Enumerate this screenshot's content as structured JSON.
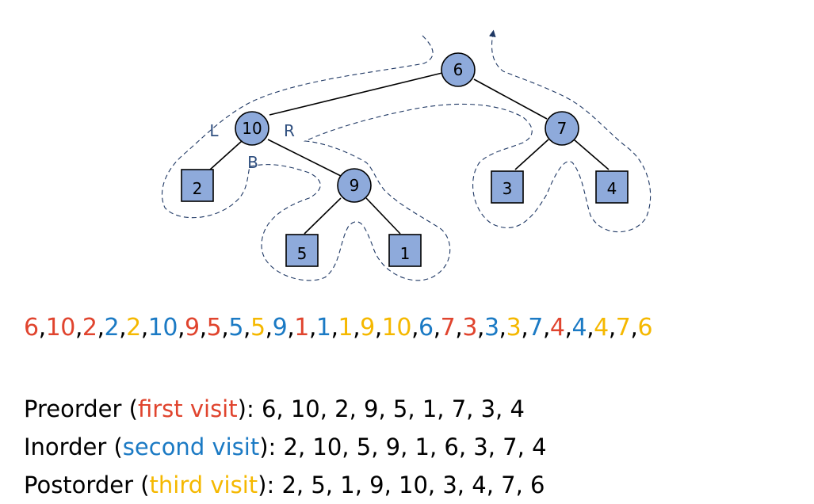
{
  "colors": {
    "first": "#E0442E",
    "second": "#1B7AC4",
    "third": "#F5B800",
    "node_fill": "#8EAADB",
    "tour_line": "#1F3864"
  },
  "tree": {
    "nodes": [
      {
        "id": "6",
        "label": "6",
        "shape": "circle"
      },
      {
        "id": "10",
        "label": "10",
        "shape": "circle"
      },
      {
        "id": "7",
        "label": "7",
        "shape": "circle"
      },
      {
        "id": "2",
        "label": "2",
        "shape": "square"
      },
      {
        "id": "9",
        "label": "9",
        "shape": "circle"
      },
      {
        "id": "3",
        "label": "3",
        "shape": "square"
      },
      {
        "id": "4",
        "label": "4",
        "shape": "square"
      },
      {
        "id": "5",
        "label": "5",
        "shape": "square"
      },
      {
        "id": "1",
        "label": "1",
        "shape": "square"
      }
    ],
    "edges": [
      [
        "6",
        "10"
      ],
      [
        "6",
        "7"
      ],
      [
        "10",
        "2"
      ],
      [
        "10",
        "9"
      ],
      [
        "9",
        "5"
      ],
      [
        "9",
        "1"
      ],
      [
        "7",
        "3"
      ],
      [
        "7",
        "4"
      ]
    ],
    "side_labels": {
      "left": "L",
      "right": "R",
      "below": "B"
    }
  },
  "sequence": [
    {
      "v": "6",
      "visit": "first"
    },
    {
      "v": "10",
      "visit": "first"
    },
    {
      "v": "2",
      "visit": "first"
    },
    {
      "v": "2",
      "visit": "second"
    },
    {
      "v": "2",
      "visit": "third"
    },
    {
      "v": "10",
      "visit": "second"
    },
    {
      "v": "9",
      "visit": "first"
    },
    {
      "v": "5",
      "visit": "first"
    },
    {
      "v": "5",
      "visit": "second"
    },
    {
      "v": "5",
      "visit": "third"
    },
    {
      "v": "9",
      "visit": "second"
    },
    {
      "v": "1",
      "visit": "first"
    },
    {
      "v": "1",
      "visit": "second"
    },
    {
      "v": "1",
      "visit": "third"
    },
    {
      "v": "9",
      "visit": "third"
    },
    {
      "v": "10",
      "visit": "third"
    },
    {
      "v": "6",
      "visit": "second"
    },
    {
      "v": "7",
      "visit": "first"
    },
    {
      "v": "3",
      "visit": "first"
    },
    {
      "v": "3",
      "visit": "second"
    },
    {
      "v": "3",
      "visit": "third"
    },
    {
      "v": "7",
      "visit": "second"
    },
    {
      "v": "4",
      "visit": "first"
    },
    {
      "v": "4",
      "visit": "second"
    },
    {
      "v": "4",
      "visit": "third"
    },
    {
      "v": "7",
      "visit": "third"
    },
    {
      "v": "6",
      "visit": "third"
    }
  ],
  "orders": {
    "preorder": {
      "name": "Preorder (",
      "visit_text": "first visit",
      "close": "): ",
      "values": "6, 10, 2, 9, 5, 1, 7, 3, 4"
    },
    "inorder": {
      "name": "Inorder (",
      "visit_text": "second visit",
      "close": "): ",
      "values": "2, 10, 5, 9, 1, 6, 3, 7, 4"
    },
    "postorder": {
      "name": "Postorder (",
      "visit_text": "third visit",
      "close": "): ",
      "values": "2, 5, 1, 9, 10, 3, 4, 7, 6"
    }
  }
}
